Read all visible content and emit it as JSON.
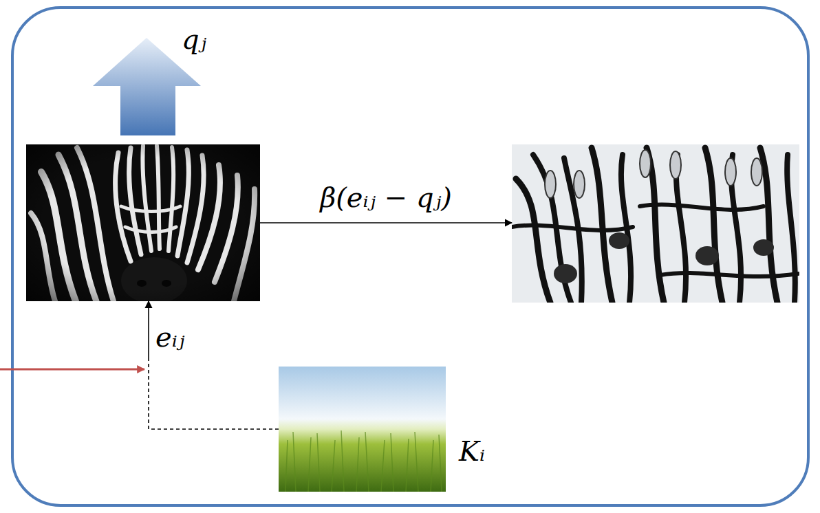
{
  "diagram": {
    "nodes": [
      {
        "text": [
          "qⱼ"
        ]
      },
      {
        "text": []
      },
      {
        "text": [
          "Kᵢ"
        ]
      }
    ],
    "edges": [
      {
        "from": 0,
        "to": 1,
        "arrow": "to",
        "label": "β(eᵢⱼ − qⱼ)"
      },
      {
        "from": 2,
        "to": 0,
        "arrow": "to",
        "label": "eᵢⱼ"
      }
    ]
  }
}
